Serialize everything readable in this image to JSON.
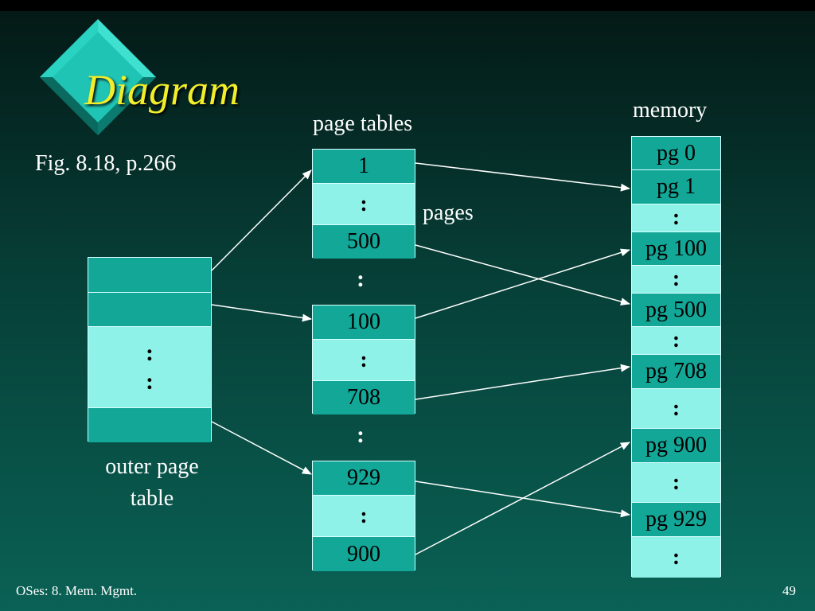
{
  "title": "Diagram",
  "figure_ref": "Fig. 8.18, p.266",
  "labels": {
    "page_tables": "page tables",
    "memory": "memory",
    "pages": "pages",
    "outer_line1": "outer page",
    "outer_line2": "table"
  },
  "outer_table": {
    "entries": [
      "",
      "",
      ":\n:",
      ""
    ]
  },
  "page_tables": [
    {
      "entries": [
        "1",
        ":",
        "500"
      ]
    },
    {
      "entries": [
        "100",
        ":",
        "708"
      ]
    },
    {
      "entries": [
        "929",
        ":",
        "900"
      ]
    }
  ],
  "between_tables": [
    ":",
    ":"
  ],
  "memory": {
    "cells": [
      "pg 0",
      "pg 1",
      ":",
      "pg 100",
      ":",
      "pg 500",
      ":",
      "pg 708",
      ":",
      "pg 900",
      ":",
      "pg 929",
      ":"
    ]
  },
  "footer": {
    "left": "OSes: 8. Mem. Mgmt.",
    "right": "49"
  },
  "colors": {
    "title": "#f2ee2a",
    "cell_dark": "#12a797",
    "cell_light": "#8ff2e8",
    "diamond": "#1fc4b4"
  }
}
